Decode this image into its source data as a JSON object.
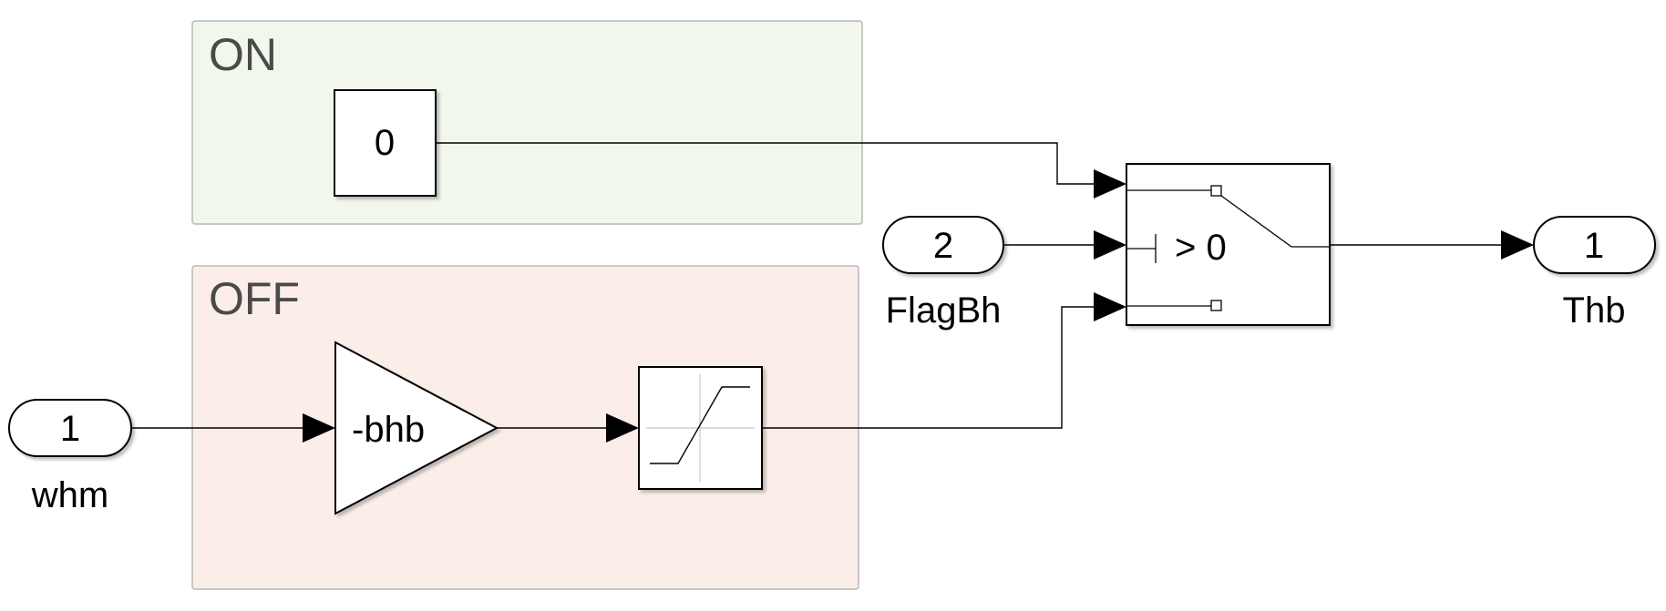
{
  "areas": {
    "on": {
      "label": "ON",
      "fill": "#f2f7eb",
      "stroke": "#b8b8b8"
    },
    "off": {
      "label": "OFF",
      "fill": "#fbeee9",
      "stroke": "#b8b8b8"
    }
  },
  "blocks": {
    "constant": {
      "value": "0"
    },
    "gain": {
      "value": "-bhb"
    },
    "saturation": {
      "icon": "saturation-curve-icon"
    },
    "switch": {
      "criteria": "> 0"
    }
  },
  "ports": {
    "inport_whm": {
      "number": "1",
      "name": "whm"
    },
    "inport_flagbh": {
      "number": "2",
      "name": "FlagBh"
    },
    "outport_thb": {
      "number": "1",
      "name": "Thb"
    }
  }
}
